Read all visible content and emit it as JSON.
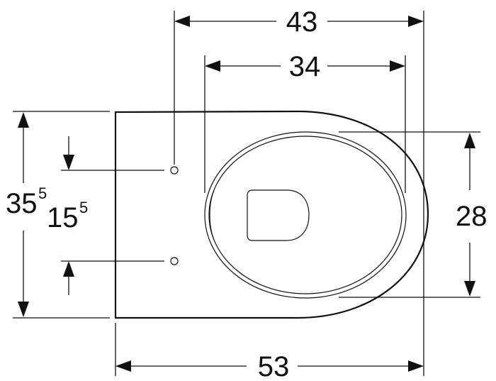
{
  "dimensions": {
    "total_length": "53",
    "hole_to_front": "43",
    "inner_length": "34",
    "total_width": "35",
    "total_width_sup": "5",
    "hole_spacing": "15",
    "hole_spacing_sup": "5",
    "inner_width": "28"
  },
  "colors": {
    "line": "#111111",
    "background": "#ffffff"
  }
}
